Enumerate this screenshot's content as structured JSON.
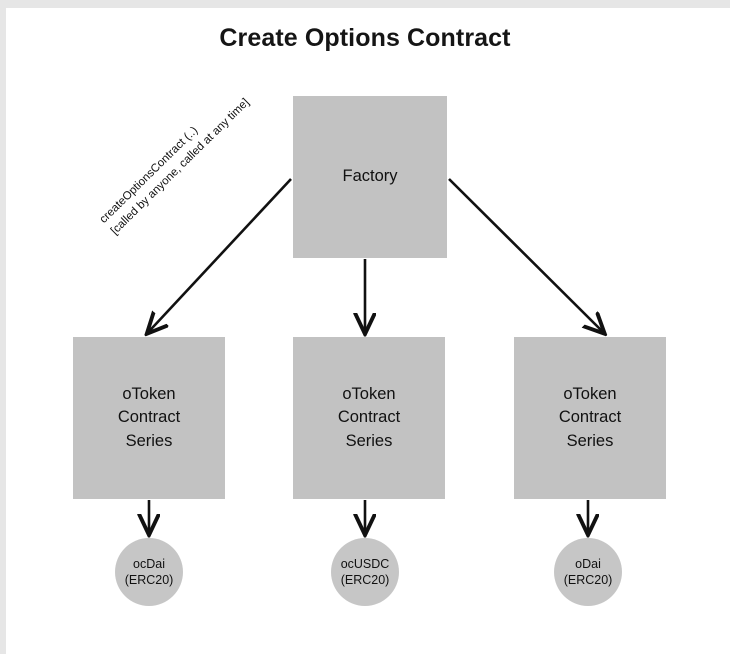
{
  "diagram": {
    "title": "Create Options Contract",
    "colors": {
      "page_background": "#e6e6e6",
      "card_background": "#ffffff",
      "node_fill": "#c2c2c2",
      "circle_fill": "#c6c6c6",
      "edge_stroke": "#111111",
      "text": "#111111"
    },
    "nodes": {
      "factory": {
        "label": "Factory"
      },
      "series": [
        {
          "label": "oToken\nContract\nSeries"
        },
        {
          "label": "oToken\nContract\nSeries"
        },
        {
          "label": "oToken\nContract\nSeries"
        }
      ],
      "tokens": [
        {
          "label": "ocDai\n(ERC20)"
        },
        {
          "label": "ocUSDC\n(ERC20)"
        },
        {
          "label": "oDai\n(ERC20)"
        }
      ]
    },
    "edges": {
      "factory_to_series_left_label": "createOptionsContract (..)\n[called by anyone, called at any time]"
    }
  }
}
